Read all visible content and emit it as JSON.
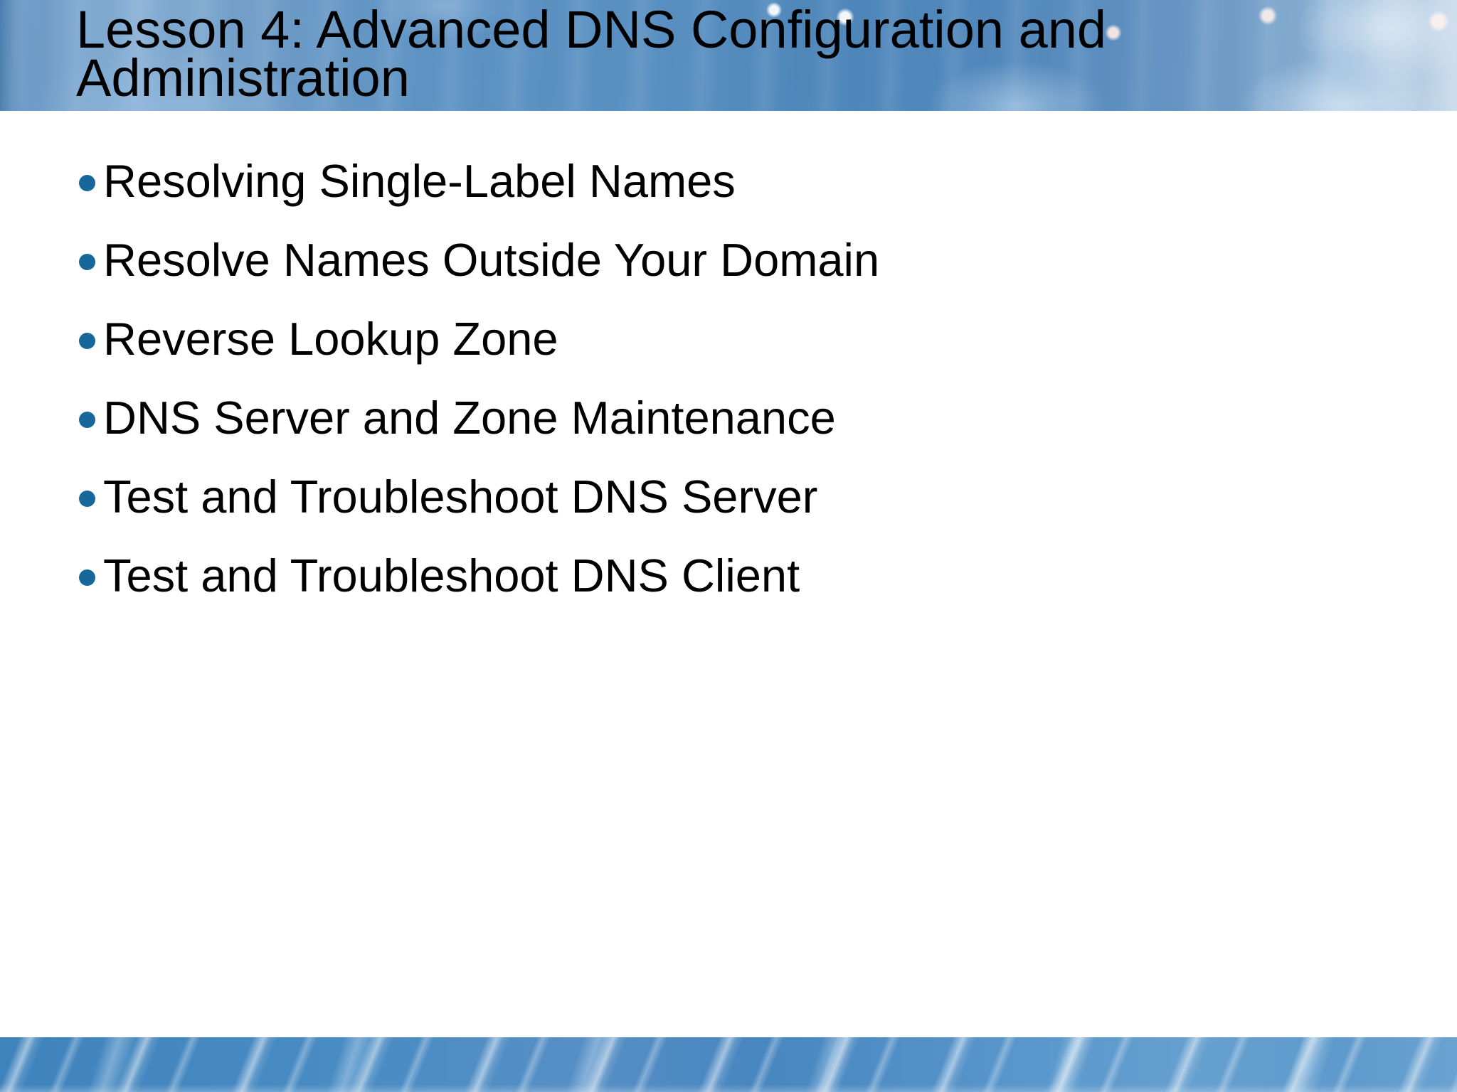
{
  "slide": {
    "header": {
      "title": "Lesson 4: Advanced DNS Configuration and Administration"
    },
    "bullets": [
      "Resolving Single-Label Names",
      "Resolve Names Outside Your Domain",
      "Reverse Lookup Zone",
      "DNS Server and Zone Maintenance",
      "Test and Troubleshoot DNS Server",
      "Test and Troubleshoot DNS Client"
    ],
    "colors": {
      "bullet_dot": "#16689b",
      "title_text": "#000000",
      "body_text": "#000000",
      "header_blue": "#5a90c2",
      "footer_blue": "#4385bf"
    }
  }
}
